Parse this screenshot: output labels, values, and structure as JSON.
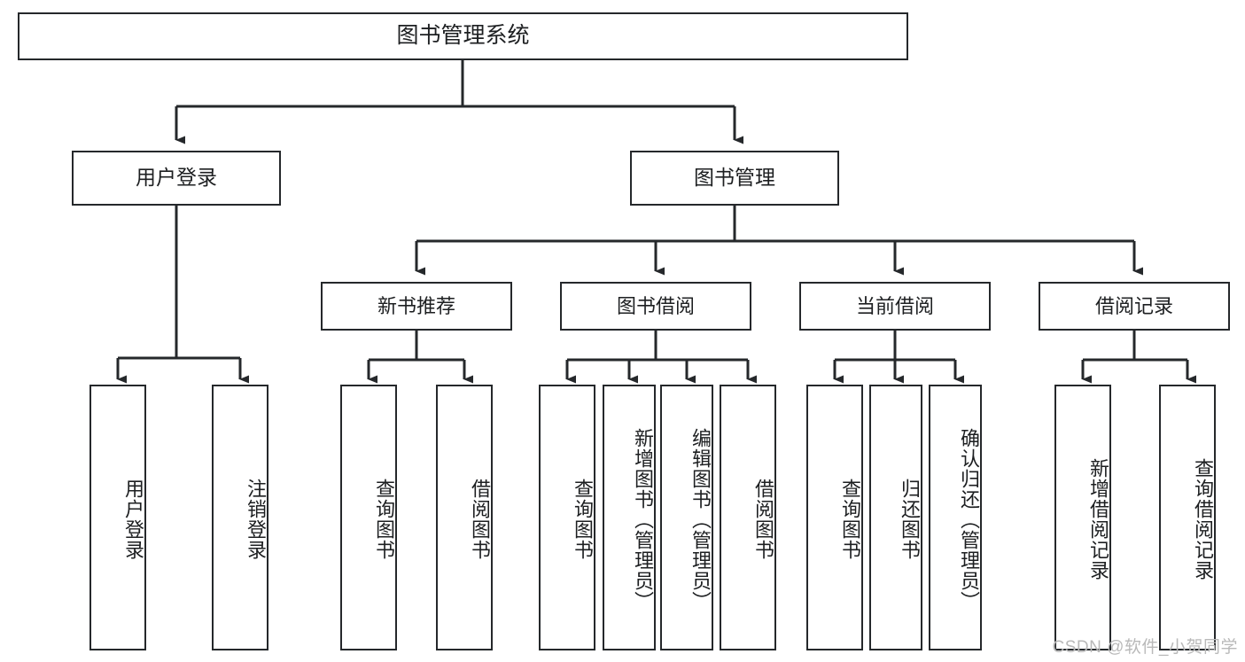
{
  "diagram": {
    "title": "图书管理系统",
    "type": "tree",
    "watermark": "CSDN @软件_小贺同学",
    "stroke_color": "#25282b",
    "fill_color": "#ffffff",
    "text_color": "#1d1f21"
  },
  "root": {
    "label": "图书管理系统"
  },
  "level2": [
    {
      "label": "用户登录"
    },
    {
      "label": "图书管理"
    }
  ],
  "level3": [
    {
      "label": "新书推荐"
    },
    {
      "label": "图书借阅"
    },
    {
      "label": "当前借阅"
    },
    {
      "label": "借阅记录"
    }
  ],
  "leaves": {
    "user_login": [
      {
        "label": "用户登录"
      },
      {
        "label": "注销登录"
      }
    ],
    "new_book": [
      {
        "label": "查询图书"
      },
      {
        "label": "借阅图书"
      }
    ],
    "borrow_book": [
      {
        "label": "查询图书"
      },
      {
        "label": "新增图书（管理员）"
      },
      {
        "label": "编辑图书（管理员）"
      },
      {
        "label": "借阅图书"
      }
    ],
    "current_borrow": [
      {
        "label": "查询图书"
      },
      {
        "label": "归还图书"
      },
      {
        "label": "确认归还（管理员）"
      }
    ],
    "borrow_record": [
      {
        "label": "新增借阅记录"
      },
      {
        "label": "查询借阅记录"
      }
    ]
  }
}
